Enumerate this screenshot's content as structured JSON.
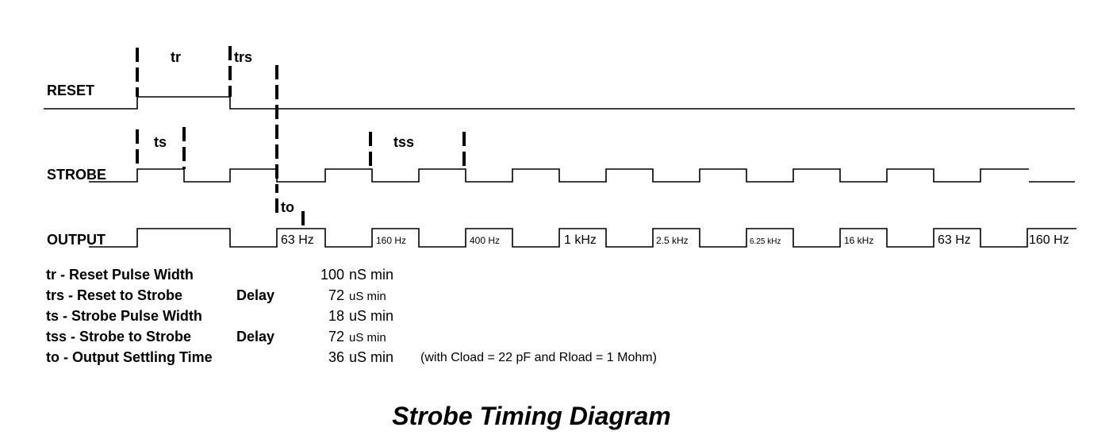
{
  "signals": {
    "reset": "RESET",
    "strobe": "STROBE",
    "output": "OUTPUT"
  },
  "markers": {
    "tr": "tr",
    "trs": "trs",
    "ts": "ts",
    "tss": "tss",
    "to": "to"
  },
  "frequencies": [
    "63 Hz",
    "160 Hz",
    "400 Hz",
    "1 kHz",
    "2.5 kHz",
    "6.25 kHz",
    "16 kHz",
    "63 Hz",
    "160 Hz"
  ],
  "timings": [
    {
      "name": "tr - Reset Pulse Width",
      "delay": "",
      "value": "100",
      "unit": "nS  min",
      "note": ""
    },
    {
      "name": "trs - Reset to Strobe",
      "delay": "Delay",
      "value": "72",
      "unit": "uS  min",
      "note": ""
    },
    {
      "name": "ts - Strobe Pulse Width",
      "delay": "",
      "value": "18",
      "unit": "uS  min",
      "note": ""
    },
    {
      "name": "tss - Strobe to Strobe",
      "delay": "Delay",
      "value": "72",
      "unit": "uS  min",
      "note": ""
    },
    {
      "name": "to - Output Settling Time",
      "delay": "",
      "value": "36",
      "unit": "uS  min",
      "note": "(with  Cload  =  22  pF  and  Rload  =  1  Mohm)"
    }
  ],
  "title": "Strobe Timing Diagram"
}
